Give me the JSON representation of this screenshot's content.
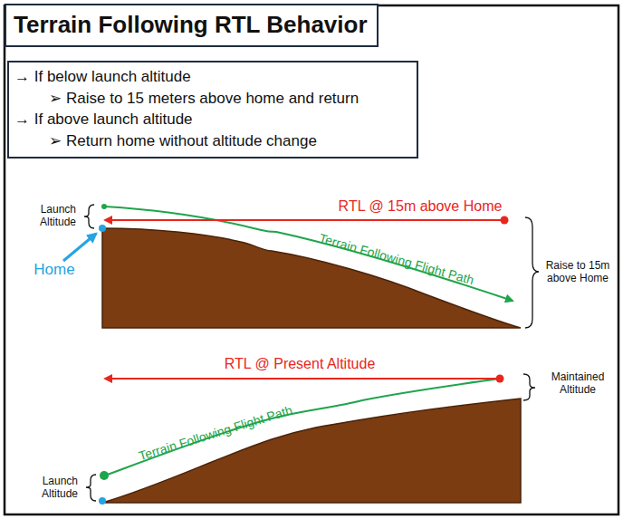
{
  "diagram": {
    "title": "Terrain Following RTL Behavior",
    "nodes": [
      {
        "text": [
          "→ If below launch altitude",
          "➢ Raise to 15 meters above home and return",
          "→ If above launch altitude",
          "➢ Return home without altitude change"
        ]
      }
    ],
    "labels": [
      "Launch Altitude",
      "RTL @ 15m above Home",
      "Home",
      "Terrain Following Flight Path",
      "Raise to 15m above Home",
      "RTL @ Present Altitude",
      "Maintained Altitude",
      "Terrain Following Flight Path",
      "Launch Altitude"
    ]
  }
}
